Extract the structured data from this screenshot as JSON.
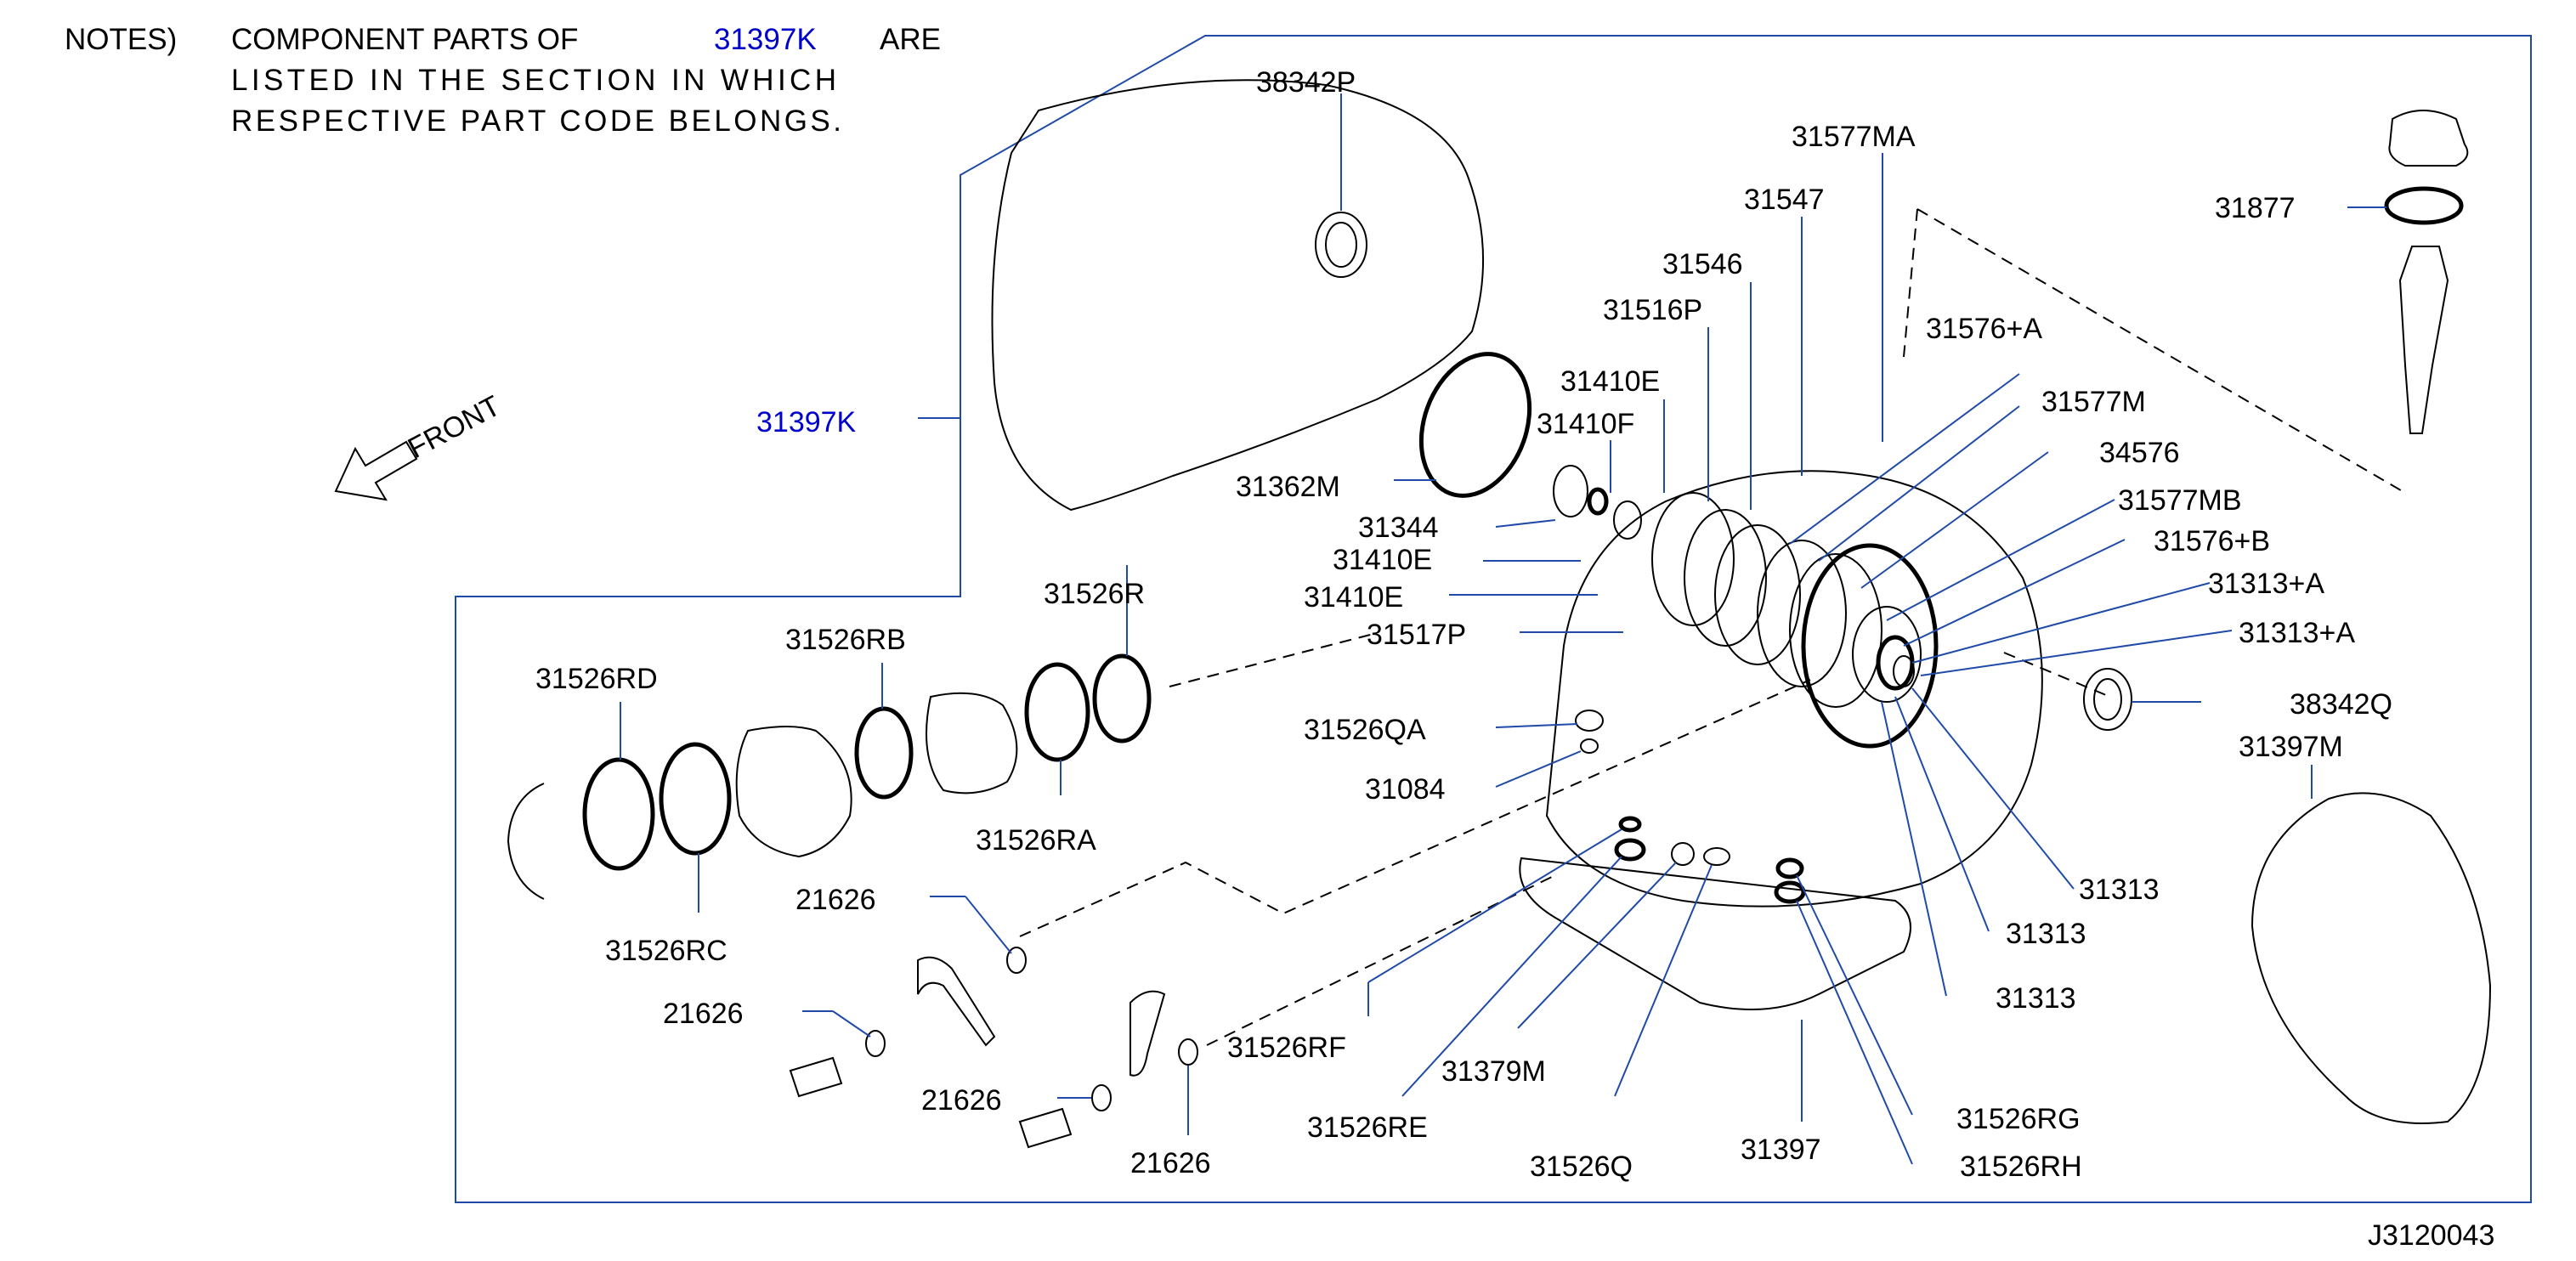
{
  "notes": {
    "prefix": "NOTES)",
    "line1_a": "COMPONENT PARTS OF",
    "line1_code": "31397K",
    "line1_b": "ARE",
    "line2": "LISTED IN THE SECTION IN WHICH",
    "line3": "RESPECTIVE PART CODE BELONGS."
  },
  "front_label": "FRONT",
  "diagram_id": "J3120043",
  "colors": {
    "link": "#0000cc",
    "leader": "#1f4aa8",
    "line": "#000000"
  },
  "parts": {
    "p38342P": "38342P",
    "p31577MA": "31577MA",
    "p31547": "31547",
    "p31877": "31877",
    "p31546": "31546",
    "p31516P": "31516P",
    "p31576A_1": "31576+A",
    "p31397K": "31397K",
    "p31410E_1": "31410E",
    "p31577M": "31577M",
    "p31410F": "31410F",
    "p34576": "34576",
    "p31362M": "31362M",
    "p31577MB": "31577MB",
    "p31344": "31344",
    "p31576B": "31576+B",
    "p31410E_2": "31410E",
    "p31313A_1": "31313+A",
    "p31526R": "31526R",
    "p31410E_3": "31410E",
    "p31313A_2": "31313+A",
    "p31526RB": "31526RB",
    "p31517P": "31517P",
    "p31526RD": "31526RD",
    "p38342Q": "38342Q",
    "p31526QA": "31526QA",
    "p31397M": "31397M",
    "p31084": "31084",
    "p31526RA": "31526RA",
    "p31313_1": "31313",
    "p21626_1": "21626",
    "p31313_2": "31313",
    "p31526RC": "31526RC",
    "p31313_3": "31313",
    "p21626_2": "21626",
    "p31526RF": "31526RF",
    "p31379M": "31379M",
    "p21626_3": "21626",
    "p31526RG": "31526RG",
    "p31526RE": "31526RE",
    "p31397": "31397",
    "p21626_4": "21626",
    "p31526RH": "31526RH",
    "p31526Q": "31526Q"
  }
}
